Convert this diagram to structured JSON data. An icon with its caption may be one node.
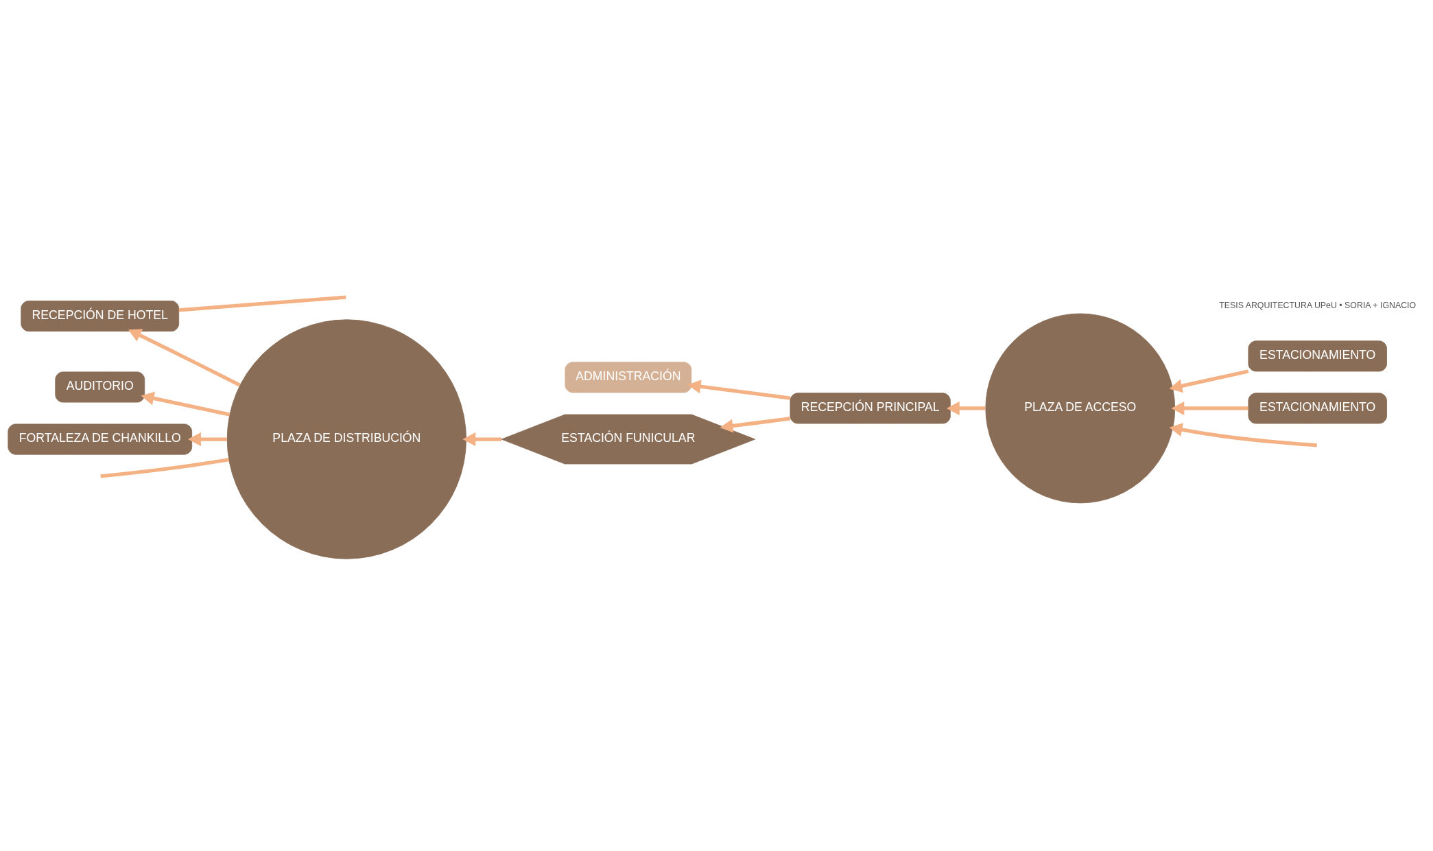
{
  "diagram": {
    "nodes": [
      {
        "text": [
          "AUDITORIO"
        ]
      },
      {
        "text": [
          "ADMINISTRACIÓN"
        ]
      },
      {
        "text": [
          "ESTACIONAMIENTO"
        ]
      },
      {
        "text": [
          "PLAZA DE DISTRIBUCIÓN"
        ]
      },
      {
        "text": [
          "ESTACIÓN FUNICULAR"
        ]
      },
      {
        "text": [
          "RECEPCIÓN PRINCIPAL"
        ]
      },
      {
        "text": [
          "PLAZA DE ACCESO"
        ]
      },
      {
        "text": [
          "RECEPCIÓN DE HOTEL"
        ]
      },
      {
        "text": [
          "FORTALEZA DE CHANKILLO"
        ]
      },
      {
        "text": [
          "ESTACIONAMIENTO"
        ]
      }
    ],
    "edges": [
      {
        "from": null,
        "to": 6,
        "arrow": "to"
      },
      {
        "from": 2,
        "to": 6,
        "arrow": "to"
      },
      {
        "from": 9,
        "to": 6,
        "arrow": "to"
      },
      {
        "from": 6,
        "to": 5,
        "arrow": "to"
      },
      {
        "from": 5,
        "to": 1,
        "arrow": "to"
      },
      {
        "from": 5,
        "to": 4,
        "arrow": "to"
      },
      {
        "from": 4,
        "to": 3,
        "arrow": "to"
      },
      {
        "from": 3,
        "to": 0,
        "arrow": "to"
      },
      {
        "from": 3,
        "to": null,
        "arrow": "none"
      },
      {
        "from": 3,
        "to": 7,
        "arrow": "to"
      },
      {
        "from": 3,
        "to": 8,
        "arrow": "to"
      },
      {
        "from": null,
        "to": 7,
        "arrow": "none"
      }
    ],
    "labels": [
      "TESIS ARQUITECTURA UPeU • SORIA + IGNACIO"
    ]
  }
}
